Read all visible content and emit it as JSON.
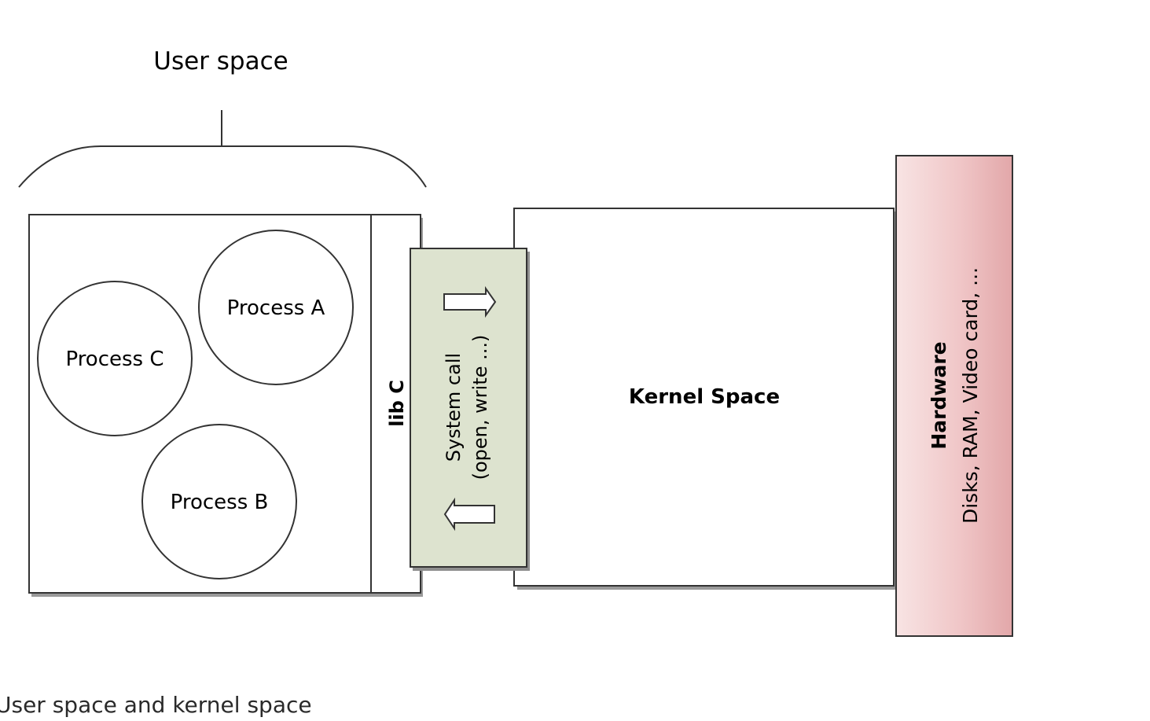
{
  "user_space": {
    "label": "User space"
  },
  "processes": [
    {
      "label": "Process A"
    },
    {
      "label": "Process C"
    },
    {
      "label": "Process B"
    }
  ],
  "libc": {
    "label": "lib C"
  },
  "syscall": {
    "line1": "System call",
    "line2": "(open, write ...)",
    "color": "#dde3cf"
  },
  "kernel": {
    "label": "Kernel Space"
  },
  "hardware": {
    "title": "Hardware",
    "detail": "Disks, RAM, Video card, ...",
    "color": "#e8aeb0"
  },
  "caption": "User space and kernel space"
}
